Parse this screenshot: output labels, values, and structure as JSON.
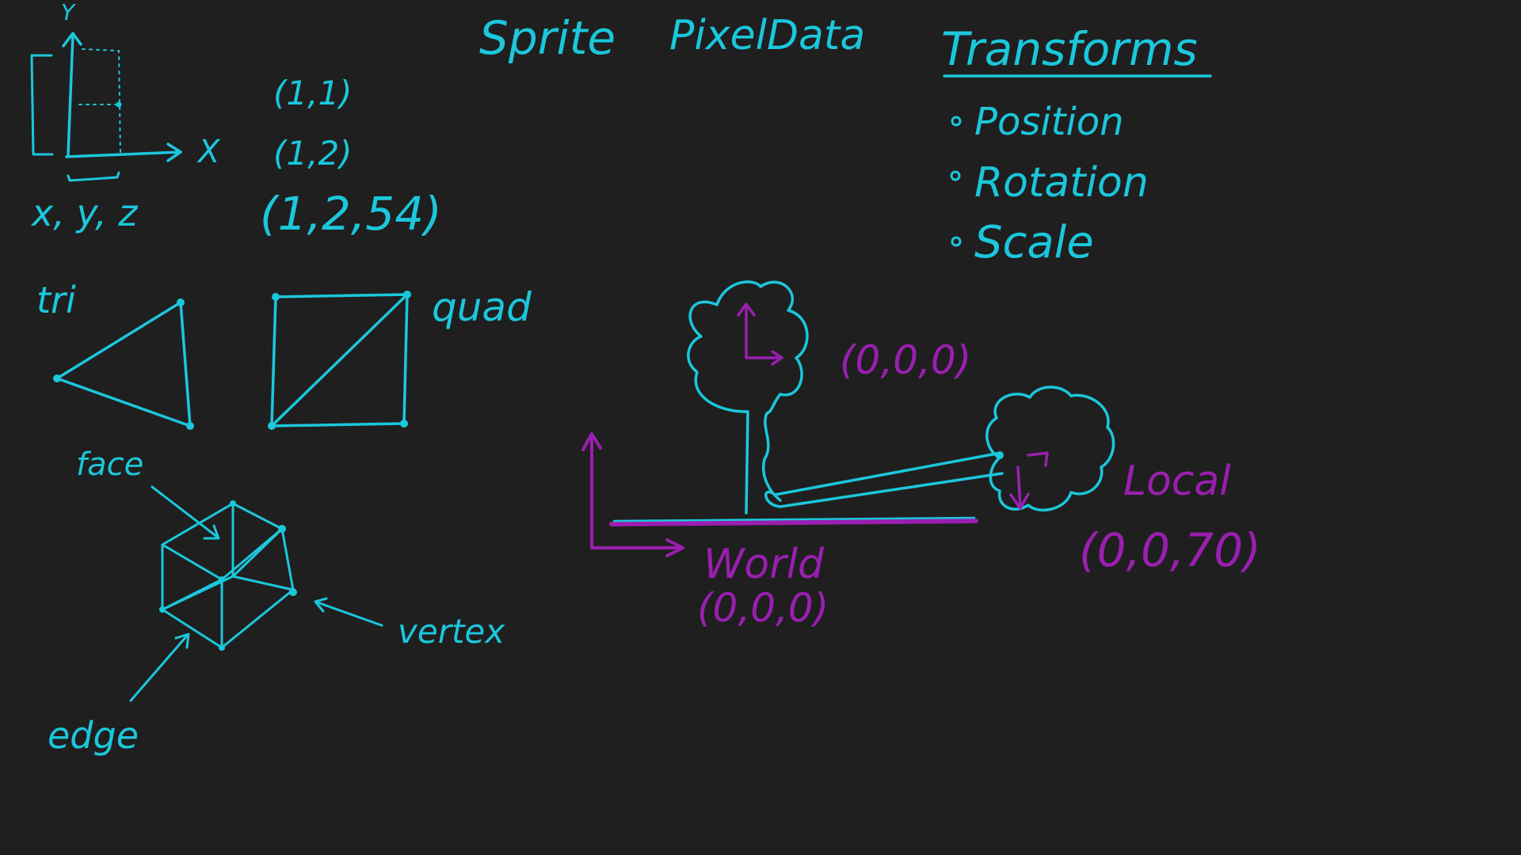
{
  "colors": {
    "background": "#1f1f1f",
    "cyan_ink": "#1bc7dc",
    "purple_ink": "#9a1fb0"
  },
  "header": {
    "sprite_label": "Sprite",
    "pixeldata_label": "PixelData"
  },
  "axes_sketch": {
    "y_label": "Y",
    "x_label": "X",
    "components": "x, y, z"
  },
  "coordinates": {
    "two_d_a": "(1,1)",
    "two_d_b": "(1,2)",
    "three_d": "(1,2,54)"
  },
  "shapes": {
    "tri_label": "tri",
    "quad_label": "quad"
  },
  "cube": {
    "face_label": "face",
    "vertex_label": "vertex",
    "edge_label": "edge"
  },
  "transforms": {
    "title": "Transforms",
    "items": [
      "Position",
      "Rotation",
      "Scale"
    ]
  },
  "scene": {
    "tree_coords": "(0,0,0)",
    "world_label": "World",
    "world_coords": "(0,0,0)",
    "local_label": "Local",
    "local_coords": "(0,0,70)"
  }
}
